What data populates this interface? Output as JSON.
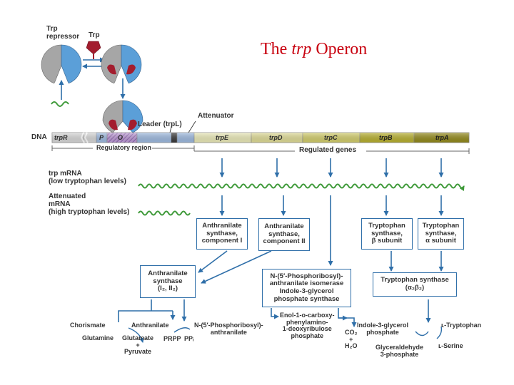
{
  "title": {
    "main": "The ",
    "italic": "trp",
    "rest": " Operon"
  },
  "labels": {
    "trp_repressor": "Trp\nrepressor",
    "trp_ligand": "Trp",
    "attenuator": "Attenuator",
    "leader": "Leader (trpL)",
    "dna": "DNA",
    "regulatory_region": "Regulatory region",
    "regulated_genes": "Regulated genes",
    "trp_mrna": "trp mRNA\n(low tryptophan levels)",
    "attenuated_mrna": "Attenuated\nmRNA\n(high tryptophan levels)"
  },
  "genes": {
    "trpR": "trpR",
    "P": "P",
    "O": "O",
    "trpE": "trpE",
    "trpD": "trpD",
    "trpC": "trpC",
    "trpB": "trpB",
    "trpA": "trpA"
  },
  "colors": {
    "title": "#c8000f",
    "arrow": "#2f6fa9",
    "wave": "#3f9a3a",
    "repressor_blue": "#5b9fd8",
    "repressor_gray": "#a6a6a6",
    "trp_red": "#a31d2e",
    "trpE_color": "#ecebb9",
    "trpD_color": "#e1dd97",
    "trpC_color": "#d4cf6d",
    "trpB_color": "#b9b12f",
    "trpA_color": "#948b1c",
    "promoter_blue": "#9fbbe1"
  },
  "enzymes": {
    "as1": "Anthranilate\nsynthase,\ncomponent I",
    "as2": "Anthranilate\nsynthase,\ncomponent II",
    "ts_beta": "Tryptophan\nsynthase,\nβ subunit",
    "ts_alpha": "Tryptophan\nsynthase,\nα subunit",
    "as_complex": "Anthranilate\nsynthase\n(I₂, II₂)",
    "prai_igps": "N-(5′-Phosphoribosyl)-\nanthranilate isomerase\nIndole-3-glycerol\nphosphate synthase",
    "ts_complex": "Tryptophan synthase\n(α₂β₂)"
  },
  "pathway": {
    "chorismate": "Chorismate",
    "glutamine": "Glutamine",
    "glutamate": "Glutamate\n+\nPyruvate",
    "anthranilate": "Anthranilate",
    "prpp": "PRPP",
    "ppi": "PPᵢ",
    "pra": "N-(5′-Phosphoribosyl)-\nanthranilate",
    "cdrp": "Enol-1-o-carboxy-\nphenylamino-\n1-deoxyribulose\nphosphate",
    "co2": "CO₂\n+\nH₂O",
    "igp": "Indole-3-glycerol\nphosphate",
    "g3p": "Glyceraldehyde\n3-phosphate",
    "trp": "ʟ-Tryptophan",
    "serine": "ʟ-Serine"
  }
}
